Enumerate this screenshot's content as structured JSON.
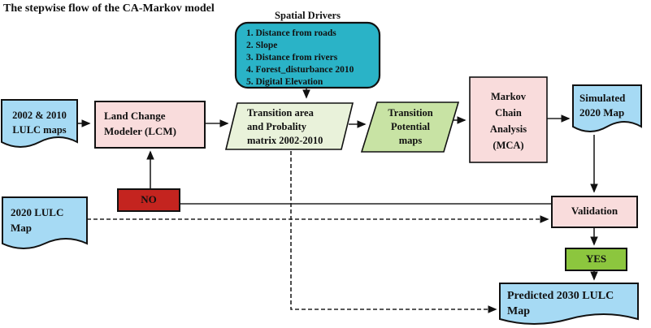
{
  "title": "The stepwise flow of the CA-Markov model",
  "colors": {
    "teal": "#2ab3c7",
    "pink": "#f9dcdc",
    "pale_green": "#e9f2da",
    "green": "#c8e3a4",
    "blue": "#a6daf4",
    "red": "#c4241f",
    "yes_green": "#8cc63e"
  },
  "spatial_drivers": {
    "label": "Spatial Drivers",
    "items": [
      "1. Distance from roads",
      "2. Slope",
      "3. Distance from rivers",
      "4. Forest_disturbance 2010",
      "5. Digital Elevation"
    ]
  },
  "nodes": {
    "lulc_2002_2010": {
      "line1": "2002 & 2010",
      "line2": "LULC maps"
    },
    "lcm": {
      "line1": "Land Change",
      "line2": "Modeler (LCM)"
    },
    "transition_matrix": {
      "line1": "Transition area",
      "line2": "and Probality",
      "line3": "matrix 2002-2010"
    },
    "transition_potential": {
      "line1": "Transition",
      "line2": "Potential",
      "line3": "maps"
    },
    "mca": {
      "line1": "Markov",
      "line2": "Chain",
      "line3": "Analysis",
      "line4": "(MCA)"
    },
    "simulated_2020": {
      "line1": "Simulated",
      "line2": "2020 Map"
    },
    "validation": {
      "label": "Validation"
    },
    "no": {
      "label": "NO"
    },
    "yes": {
      "label": "YES"
    },
    "lulc_2020": {
      "line1": "2020 LULC",
      "line2": "Map"
    },
    "predicted_2030": {
      "line1": "Predicted 2030 LULC",
      "line2": "Map"
    }
  }
}
